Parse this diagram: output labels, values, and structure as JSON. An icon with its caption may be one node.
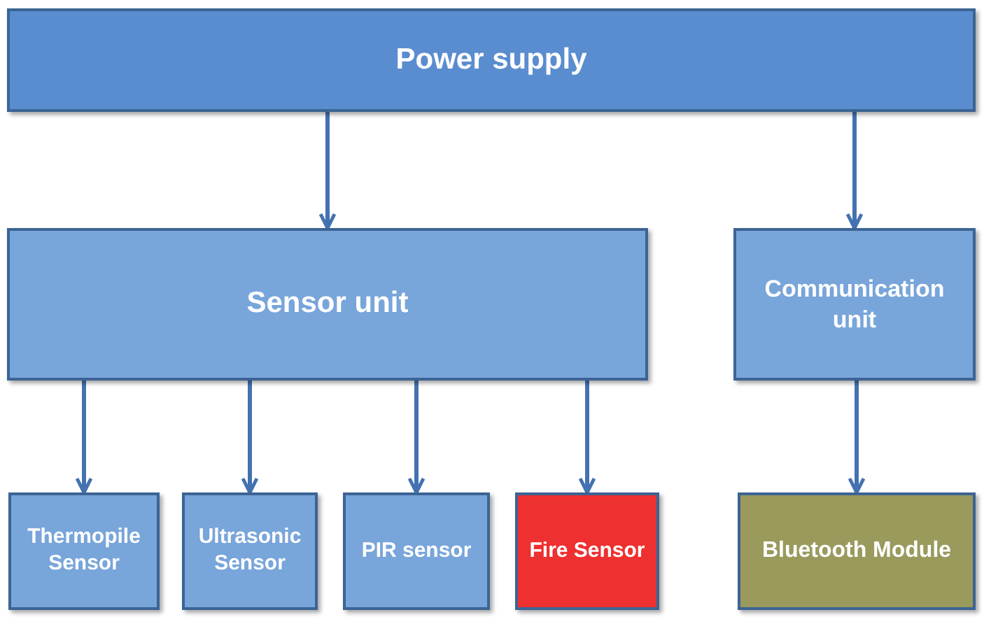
{
  "diagram": {
    "nodes": [
      {
        "text": [
          "Power supply"
        ]
      },
      {
        "text": [
          "Sensor unit"
        ]
      },
      {
        "text": [
          "Communication unit"
        ]
      },
      {
        "text": [
          "Thermopile Sensor"
        ]
      },
      {
        "text": [
          "Ultrasonic Sensor"
        ]
      },
      {
        "text": [
          "PIR sensor"
        ]
      },
      {
        "text": [
          "Fire Sensor"
        ]
      },
      {
        "text": [
          "Bluetooth Module"
        ]
      }
    ],
    "edges": [
      {
        "from": 0,
        "to": 1,
        "arrow": "to"
      },
      {
        "from": 0,
        "to": 2,
        "arrow": "to"
      },
      {
        "from": 1,
        "to": 3,
        "arrow": "to"
      },
      {
        "from": 1,
        "to": 4,
        "arrow": "to"
      },
      {
        "from": 1,
        "to": 5,
        "arrow": "to"
      },
      {
        "from": 1,
        "to": 6,
        "arrow": "to"
      },
      {
        "from": 2,
        "to": 7,
        "arrow": "to"
      }
    ]
  }
}
